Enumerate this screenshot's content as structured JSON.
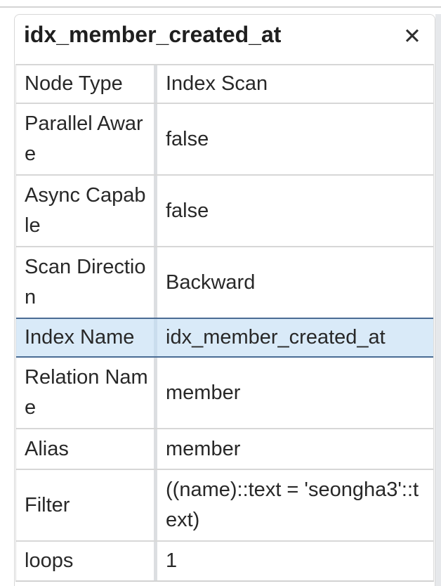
{
  "window": {
    "title": "idx_member_created_at"
  },
  "icons": {
    "close": "✕"
  },
  "colors": {
    "highlight_background": "#d9eaf8",
    "highlight_border": "#4a6c94",
    "row_border": "#d7d7d7",
    "text": "#282828"
  },
  "table": {
    "rows": [
      {
        "label": "Node Type",
        "value": "Index Scan"
      },
      {
        "label": "Parallel Aware",
        "value": "false"
      },
      {
        "label": "Async Capable",
        "value": "false"
      },
      {
        "label": "Scan Direction",
        "value": "Backward"
      },
      {
        "label": "Index Name",
        "value": "idx_member_created_at",
        "highlighted": true
      },
      {
        "label": "Relation Name",
        "value": "member"
      },
      {
        "label": "Alias",
        "value": "member"
      },
      {
        "label": "Filter",
        "value": "((name)::text = 'seongha3'::text)"
      },
      {
        "label": "loops",
        "value": "1"
      }
    ]
  }
}
